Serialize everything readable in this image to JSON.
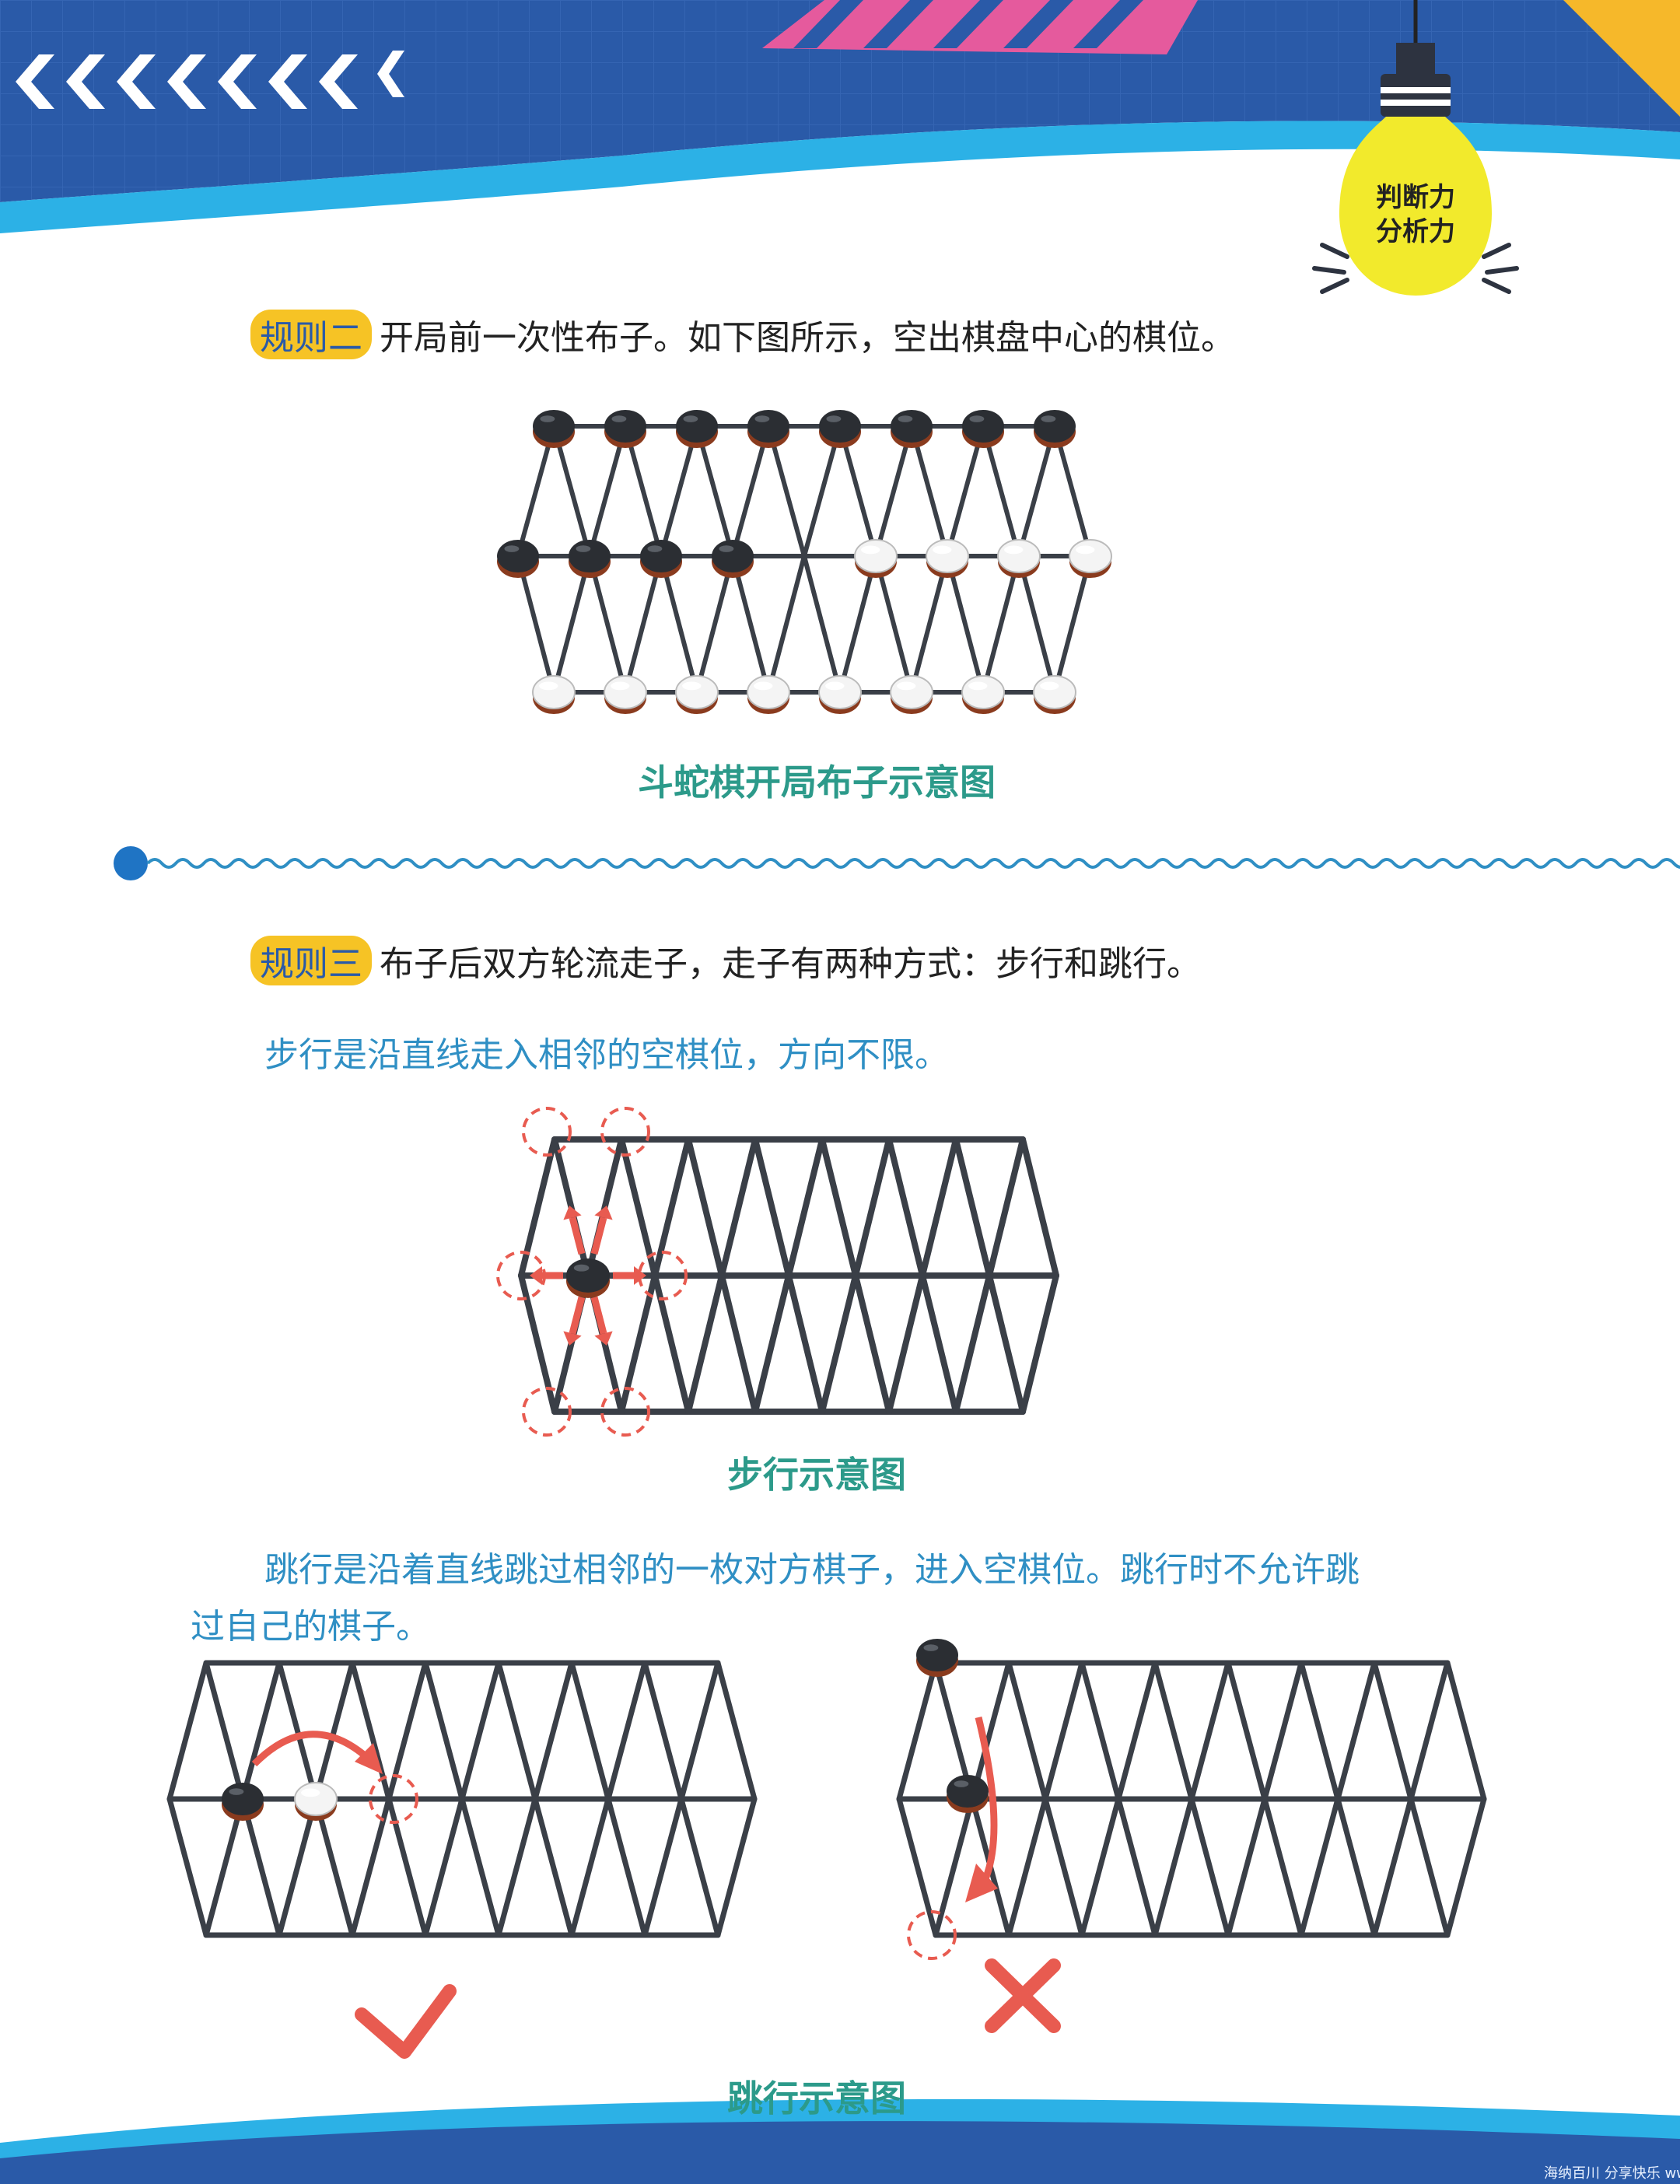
{
  "badge": {
    "line1": "判断力",
    "line2": "分析力"
  },
  "rule2": {
    "label": "规则二",
    "text": "开局前一次性布子。如下图所示，空出棋盘中心的棋位。"
  },
  "figure1": {
    "caption": "斗蛇棋开局布子示意图"
  },
  "rule3": {
    "label": "规则三",
    "text": "布子后双方轮流走子，走子有两种方式：步行和跳行。"
  },
  "step": {
    "desc": "步行是沿直线走入相邻的空棋位，方向不限。",
    "caption": "步行示意图"
  },
  "jump": {
    "desc_line1": "跳行是沿着直线跳过相邻的一枚对方棋子，进入空棋位。跳行时不允许跳",
    "desc_line2": "过自己的棋子。",
    "caption": "跳行示意图"
  },
  "marks": {
    "correct": "check-mark",
    "wrong": "cross-mark"
  },
  "watermark": "海纳百川 分享快乐 www.hainabaike.com",
  "colors": {
    "header_blue": "#2a5aa8",
    "badge_yellow": "#f6c325",
    "caption_teal": "#2c9a8a",
    "desc_blue": "#2f8fc4",
    "board_line": "#3a3f47",
    "hint_red": "#e85b50"
  }
}
